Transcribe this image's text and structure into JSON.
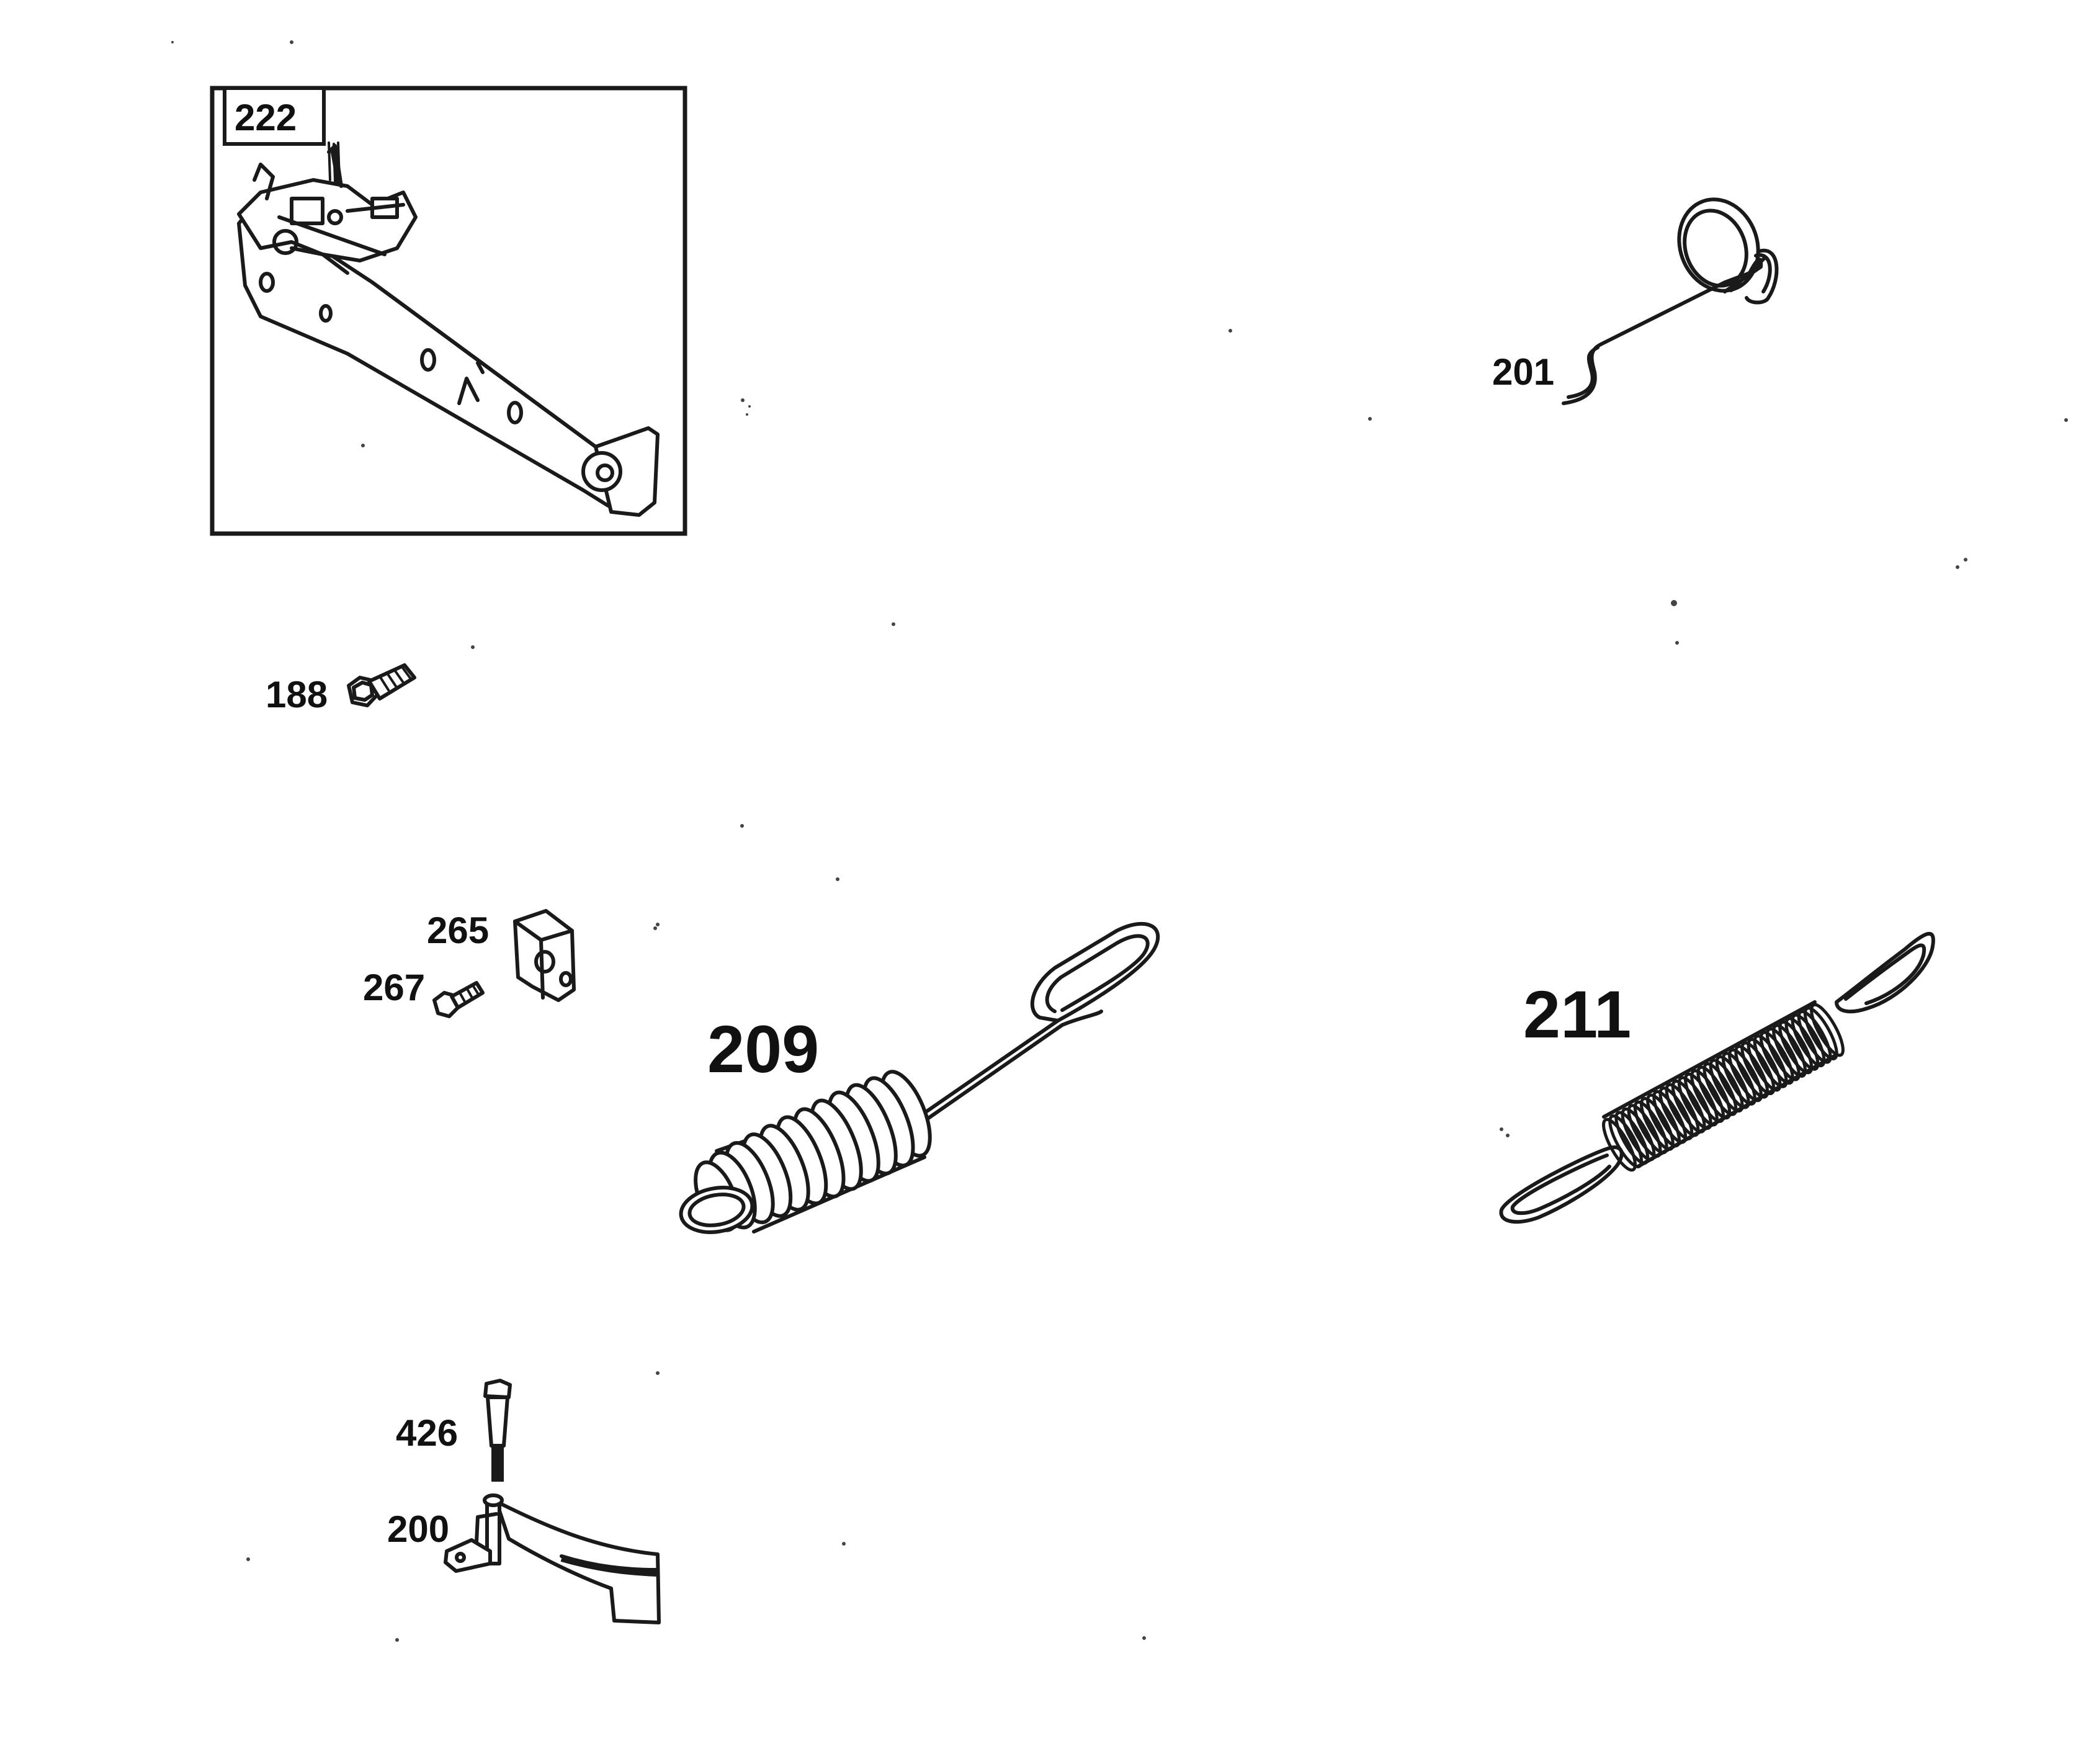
{
  "parts": [
    {
      "id": "222",
      "label": "222",
      "name": "governor lever bracket assembly (boxed inset)"
    },
    {
      "id": "201",
      "label": "201",
      "name": "wire spring link"
    },
    {
      "id": "188",
      "label": "188",
      "name": "hex screw"
    },
    {
      "id": "265",
      "label": "265",
      "name": "clamp block"
    },
    {
      "id": "267",
      "label": "267",
      "name": "screw"
    },
    {
      "id": "209",
      "label": "209",
      "name": "extension spring with hook"
    },
    {
      "id": "211",
      "label": "211",
      "name": "extension spring"
    },
    {
      "id": "426",
      "label": "426",
      "name": "shoulder bolt"
    },
    {
      "id": "200",
      "label": "200",
      "name": "lever bracket"
    }
  ],
  "colors": {
    "ink": "#1a1a1a",
    "background": "#ffffff"
  }
}
